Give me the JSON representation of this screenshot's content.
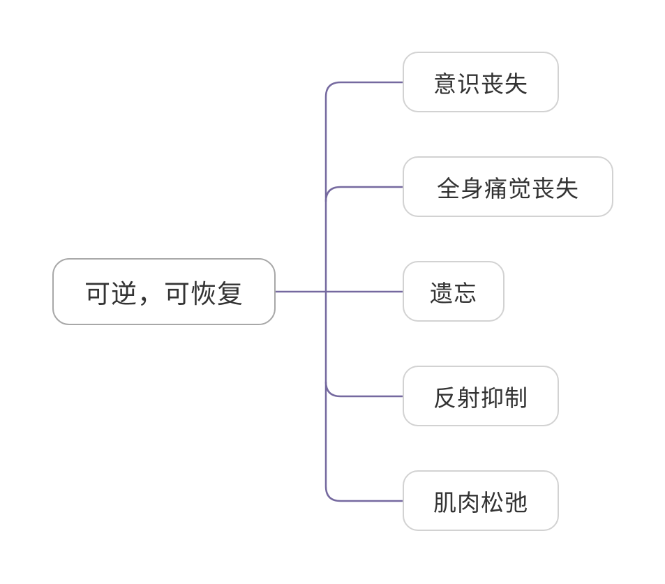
{
  "diagram": {
    "type": "mind-map",
    "line_color": "#75699f",
    "root": {
      "label": "可逆，可恢复"
    },
    "children": [
      {
        "label": "意识丧失"
      },
      {
        "label": "全身痛觉丧失"
      },
      {
        "label": "遗忘"
      },
      {
        "label": "反射抑制"
      },
      {
        "label": "肌肉松弛"
      }
    ]
  }
}
